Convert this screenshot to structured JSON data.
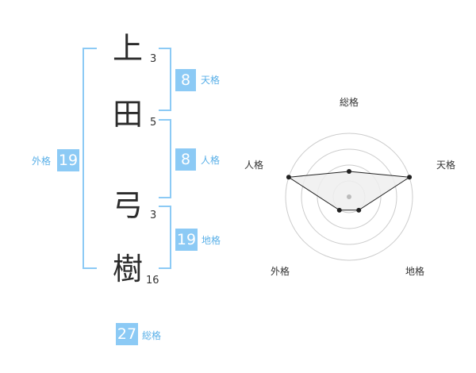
{
  "name": {
    "chars": [
      {
        "char": "上",
        "strokes": "3"
      },
      {
        "char": "田",
        "strokes": "5"
      },
      {
        "char": "弓",
        "strokes": "3"
      },
      {
        "char": "樹",
        "strokes": "16"
      }
    ]
  },
  "kaku": {
    "tenkaku": {
      "value": "8",
      "label": "天格"
    },
    "jinkaku": {
      "value": "8",
      "label": "人格"
    },
    "chikaku": {
      "value": "19",
      "label": "地格"
    },
    "gaikaku": {
      "value": "19",
      "label": "外格"
    },
    "soukaku": {
      "value": "27",
      "label": "総格"
    }
  },
  "radar": {
    "axes": [
      "総格",
      "天格",
      "地格",
      "外格",
      "人格"
    ],
    "levels": 4,
    "values": [
      0.4,
      1.0,
      0.26,
      0.26,
      1.0
    ],
    "colors": {
      "grid": "#cccccc",
      "fill": "#eeeeee",
      "line": "#222222",
      "dot": "#222222",
      "center": "#bbbbbb"
    }
  }
}
